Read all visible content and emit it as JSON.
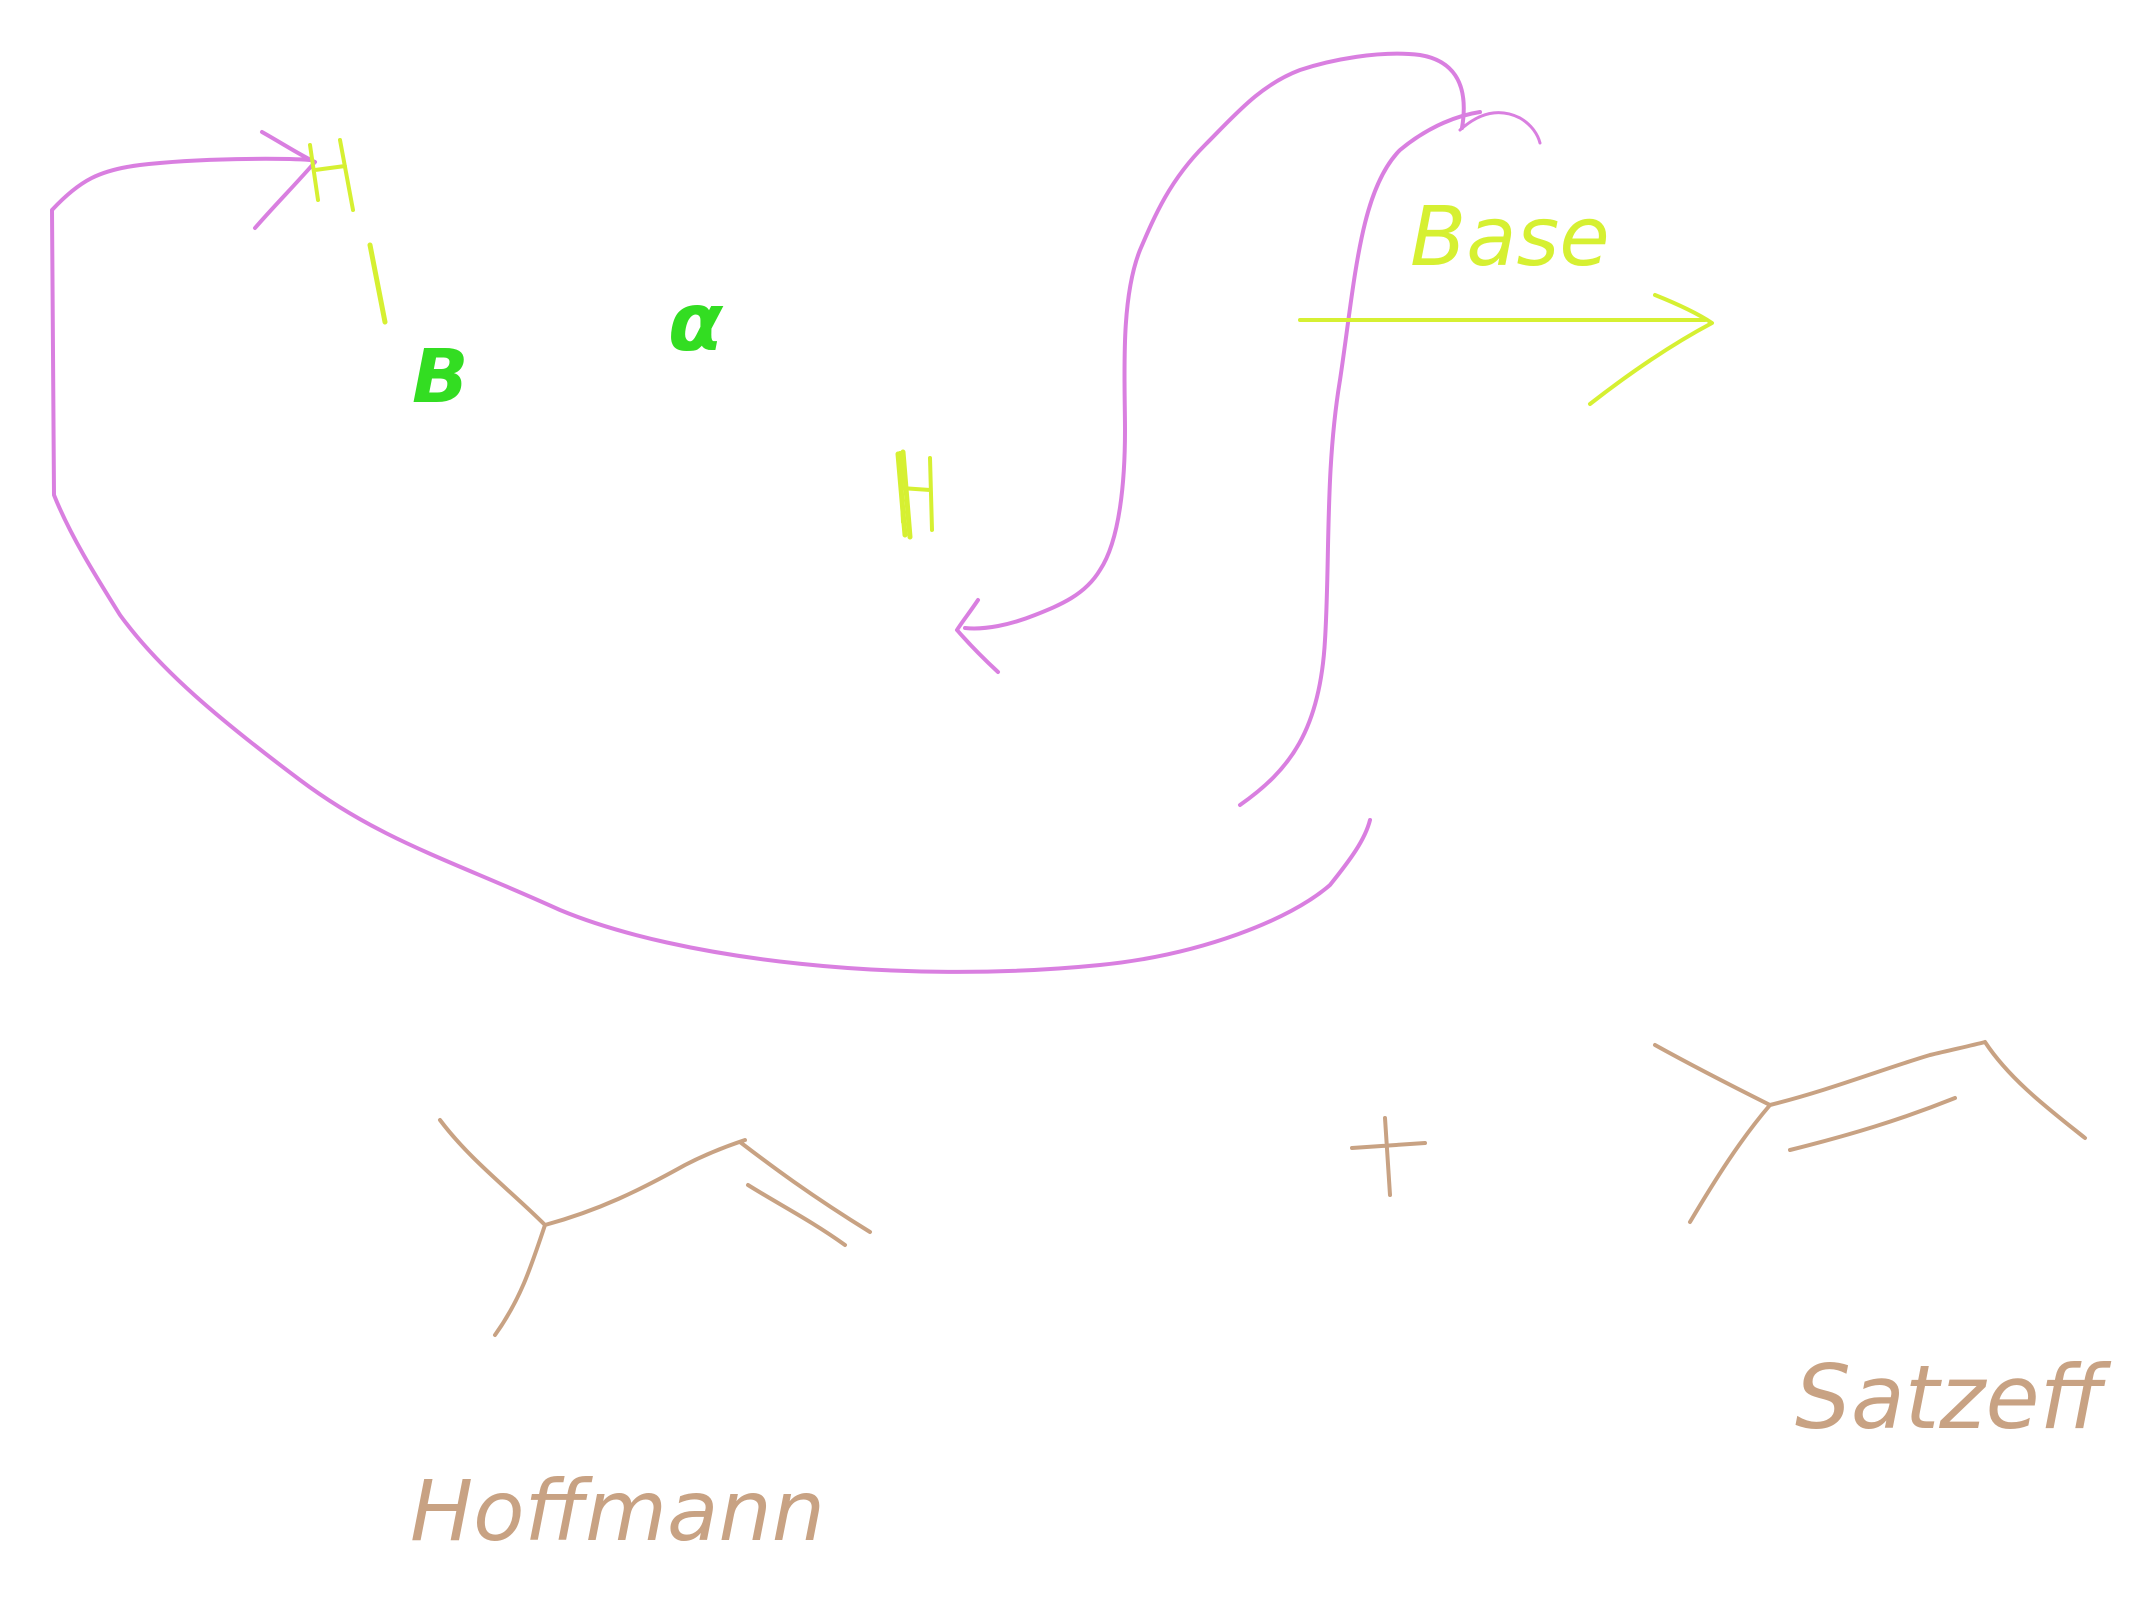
{
  "labels": {
    "h_top": "H",
    "beta": "B",
    "alpha": "α",
    "h_bottom": "H",
    "reagent": "Base",
    "plus": "+",
    "product_left": "Hoffmann",
    "product_right": "Satzeff"
  },
  "colors": {
    "arrow_magenta": "#d97fe0",
    "label_yellow": "#d6f032",
    "greek_green": "#33dd22",
    "product_tan": "#c8a283"
  }
}
